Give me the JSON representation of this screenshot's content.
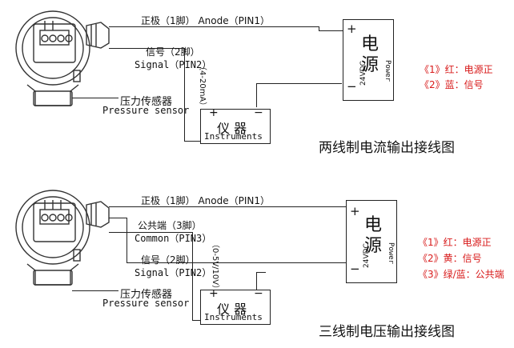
{
  "diagram_two_wire": {
    "anode_label": "正极（1脚） Anode（PIN1）",
    "signal_label_cn": "信号（2脚）",
    "signal_label_en": "Signal（PIN2）",
    "range_label": "（4-20mA）",
    "sensor_cn": "压力传感器",
    "sensor_en": "Pressure sensor",
    "instrument_cn": "仪 器",
    "instrument_en": "Instruments",
    "instrument_plus": "+",
    "instrument_minus": "−",
    "power_plus": "+",
    "power_minus": "−",
    "power_voltage": "24VDC",
    "power_cn_1": "电",
    "power_cn_2": "源",
    "power_en": "Power",
    "legend": [
      "《1》红：电源正",
      "《2》蓝：信号"
    ],
    "caption": "两线制电流输出接线图"
  },
  "diagram_three_wire": {
    "anode_label": "正极（1脚） Anode（PIN1）",
    "common_label_cn": "公共端（3脚）",
    "common_label_en": "Common（PIN3）",
    "signal_label_cn": "信号（2脚）",
    "signal_label_en": "Signal（PIN2）",
    "range_label": "（0-5V/10V）",
    "sensor_cn": "压力传感器",
    "sensor_en": "Pressure sensor",
    "instrument_cn": "仪 器",
    "instrument_en": "Instruments",
    "instrument_plus": "+",
    "instrument_minus": "−",
    "power_plus": "+",
    "power_minus": "−",
    "power_voltage": "24VDC",
    "power_cn_1": "电",
    "power_cn_2": "源",
    "power_en": "Power",
    "legend": [
      "《1》红：电源正",
      "《2》黄：信号",
      "《3》绿/蓝：公共端"
    ],
    "caption": "三线制电压输出接线图"
  },
  "colors": {
    "legend_text": "#d81b1b",
    "line": "#222222"
  }
}
